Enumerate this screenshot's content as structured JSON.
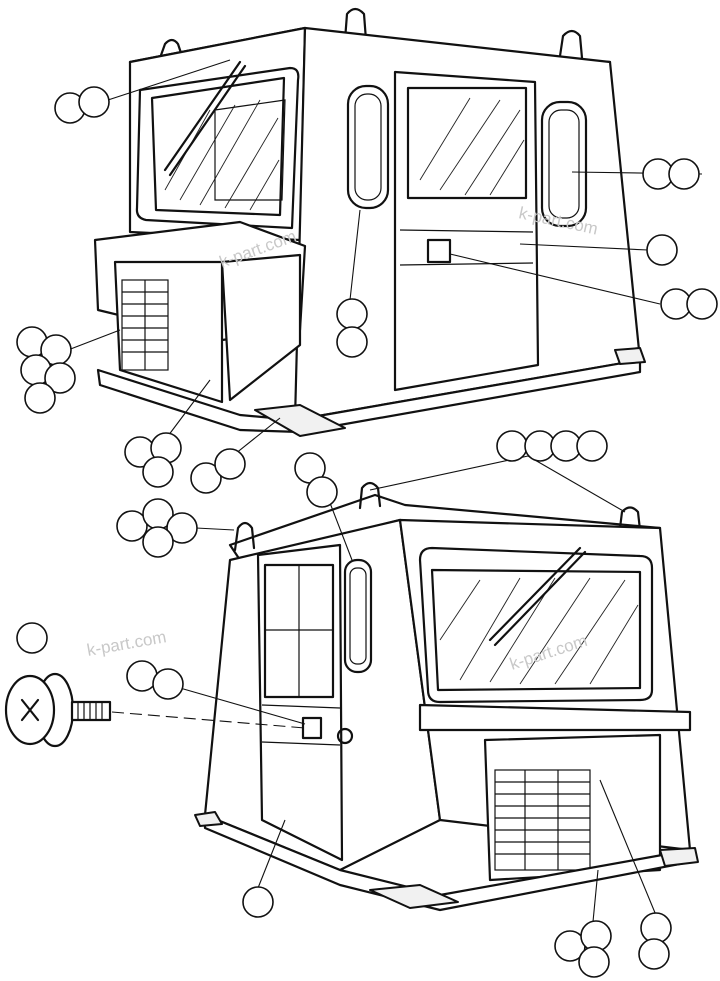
{
  "watermark": {
    "text": "k-part.com"
  },
  "views": [
    {
      "id": "cab-upper-view",
      "description_label": ""
    },
    {
      "id": "cab-lower-view",
      "description_label": ""
    }
  ],
  "callouts_note": "Reference callout bubbles are drawn empty (no printed numbers)."
}
